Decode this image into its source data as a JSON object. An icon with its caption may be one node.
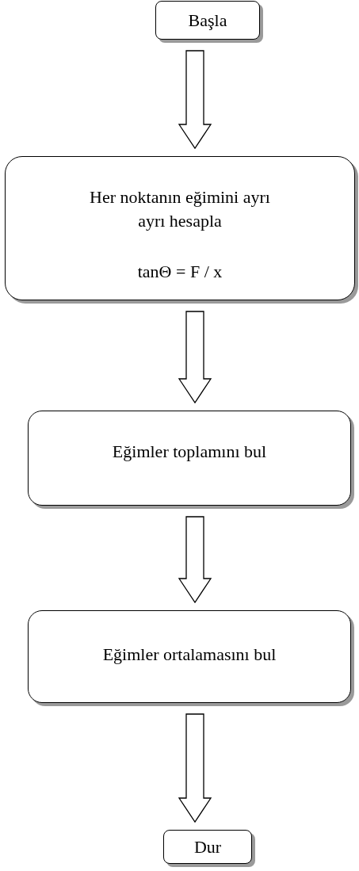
{
  "diagram": {
    "nodes": [
      {
        "text": [
          "Başla"
        ]
      },
      {
        "text": [
          "Her noktanın eğimini ayrı ayrı hesapla",
          "tanΘ = F / x"
        ]
      },
      {
        "text": [
          "Eğimler toplamını bul"
        ]
      },
      {
        "text": [
          "Eğimler ortalamasını bul"
        ]
      },
      {
        "text": [
          "Dur"
        ]
      }
    ],
    "edges": [
      {
        "from": 0,
        "to": 1,
        "arrow": "to"
      },
      {
        "from": 1,
        "to": 2,
        "arrow": "to"
      },
      {
        "from": 2,
        "to": 3,
        "arrow": "to"
      },
      {
        "from": 3,
        "to": 4,
        "arrow": "to"
      }
    ]
  }
}
